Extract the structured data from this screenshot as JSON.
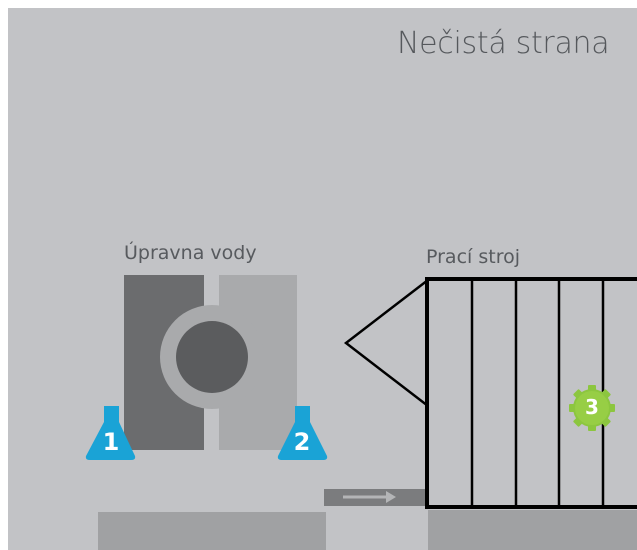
{
  "diagram": {
    "title": "Nečistá strana",
    "water_treatment": {
      "label": "Úpravna vody"
    },
    "washing_machine": {
      "label": "Prací stroj"
    },
    "markers": [
      {
        "number": "1",
        "shape": "flask",
        "color": "#1aa3d6"
      },
      {
        "number": "2",
        "shape": "flask",
        "color": "#1aa3d6"
      },
      {
        "number": "3",
        "shape": "gear-badge",
        "color": "#8cc63f"
      }
    ],
    "colors": {
      "background": "#c2c3c6",
      "dark_block": "#6b6c6e",
      "light_block": "#a9aaac",
      "machine_outline": "#000000",
      "floor": "#a0a1a3"
    }
  }
}
